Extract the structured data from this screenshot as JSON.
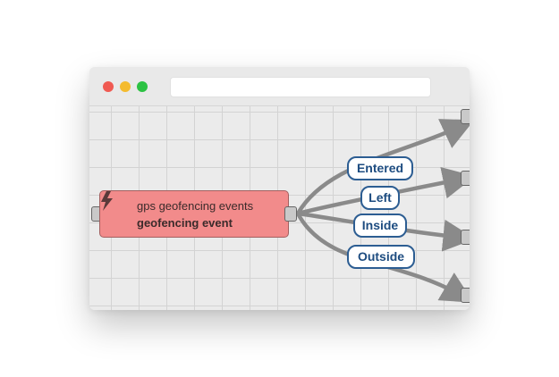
{
  "browser": {
    "window_controls": [
      "close-dot",
      "minimize-dot",
      "maximize-dot"
    ],
    "address_bar_value": ""
  },
  "flow": {
    "node": {
      "icon": "lightning-bolt-icon",
      "title": "gps geofencing events",
      "subtitle": "geofencing event",
      "color": "#f28b8b"
    },
    "outputs": [
      {
        "label": "Entered"
      },
      {
        "label": "Left"
      },
      {
        "label": "Inside"
      },
      {
        "label": "Outside"
      }
    ],
    "label_border_color": "#2c5d92",
    "wire_color": "#8a8a8a"
  }
}
